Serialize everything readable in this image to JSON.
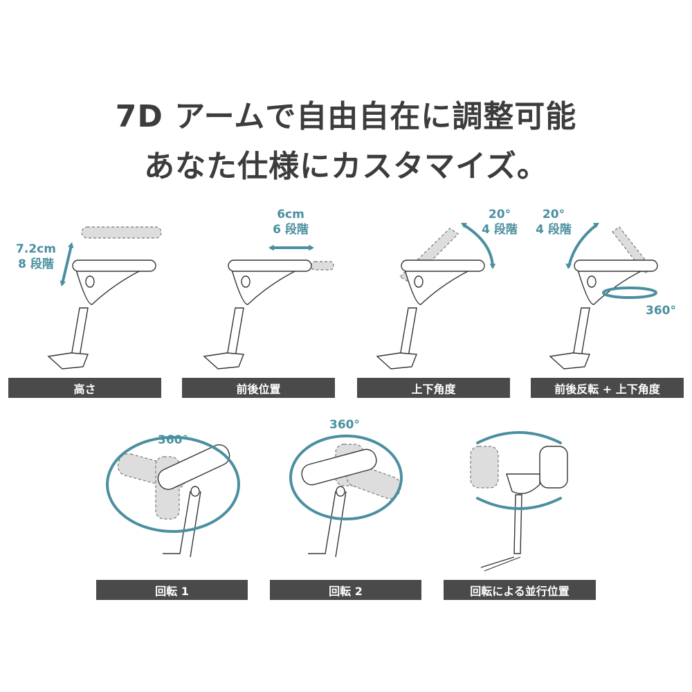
{
  "heading": {
    "line1": "7D アームで自由自在に調整可能",
    "line2": "あなた仕様にカスタマイズ。"
  },
  "colors": {
    "accent": "#4a8fa0",
    "label_bg": "#4a4a4a",
    "text": "#3c3c3c"
  },
  "panels": [
    {
      "label": "高さ",
      "notes": [
        "7.2cm",
        "8 段階"
      ]
    },
    {
      "label": "前後位置",
      "notes": [
        "6cm",
        "6 段階"
      ]
    },
    {
      "label": "上下角度",
      "notes": [
        "20°",
        "4 段階"
      ]
    },
    {
      "label": "前後反転 + 上下角度",
      "notes": [
        "20°",
        "4 段階",
        "360°"
      ]
    },
    {
      "label": "回転 1",
      "notes": [
        "360°"
      ]
    },
    {
      "label": "回転 2",
      "notes": [
        "360°"
      ]
    },
    {
      "label": "回転による並行位置",
      "notes": []
    }
  ]
}
